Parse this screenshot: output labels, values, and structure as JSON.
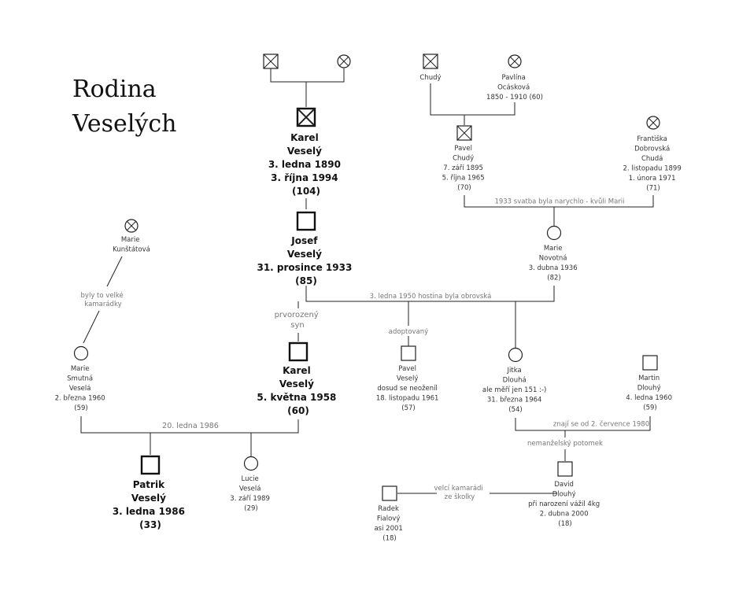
{
  "title": {
    "line1": "Rodina",
    "line2": "Veselých"
  },
  "people": {
    "gf_pat_m": {
      "lines": []
    },
    "gf_pat_f": {
      "lines": []
    },
    "chudy": {
      "lines": [
        "Chudý"
      ]
    },
    "pavlina": {
      "lines": [
        "Pavlína",
        "Ocásková",
        "1850 - 1910 (60)"
      ]
    },
    "karel1": {
      "lines": [
        "Karel",
        "Veselý",
        "3. ledna 1890",
        "3. října 1994",
        "(104)"
      ]
    },
    "pavel_chudy": {
      "lines": [
        "Pavel",
        "Chudý",
        "7. září 1895",
        "5. října 1965",
        "(70)"
      ]
    },
    "frantiska": {
      "lines": [
        "Františka",
        "Dobrovská",
        "Chudá",
        "2. listopadu 1899",
        "1. února 1971",
        "(71)"
      ]
    },
    "josef": {
      "lines": [
        "Josef",
        "Veselý",
        "31. prosince 1933",
        "(85)"
      ]
    },
    "marie_novotna": {
      "lines": [
        "Marie",
        "Novotná",
        "3. dubna 1936",
        "(82)"
      ]
    },
    "marie_kunstatova": {
      "lines": [
        "Marie",
        "Kunštátová"
      ]
    },
    "marie_smutna": {
      "lines": [
        "Marie",
        "Smutná",
        "Veselá",
        "2. března 1960",
        "(59)"
      ]
    },
    "karel2": {
      "lines": [
        "Karel",
        "Veselý",
        "5. května 1958",
        "(60)"
      ]
    },
    "pavel_vesely": {
      "lines": [
        "Pavel",
        "Veselý",
        "dosud se neoženil",
        "18. listopadu 1961",
        "(57)"
      ]
    },
    "jitka": {
      "lines": [
        "Jitka",
        "Dlouhá",
        "ale měří jen 151 :-)",
        "31. března 1964",
        "(54)"
      ]
    },
    "martin": {
      "lines": [
        "Martin",
        "Dlouhý",
        "4. ledna 1960",
        "(59)"
      ]
    },
    "patrik": {
      "lines": [
        "Patrik",
        "Veselý",
        "3. ledna 1986",
        "(33)"
      ]
    },
    "lucie": {
      "lines": [
        "Lucie",
        "Veselá",
        "3. září 1989",
        "(29)"
      ]
    },
    "david": {
      "lines": [
        "David",
        "Dlouhý",
        "při narození vážil 4kg",
        "2. dubna 2000",
        "(18)"
      ]
    },
    "radek": {
      "lines": [
        "Radek",
        "Fialový",
        "asi 2001",
        "(18)"
      ]
    }
  },
  "notes": {
    "marriage_1933": "1933 svatba byla narychlo - kvůli Marii",
    "marriage_1950": "3. ledna 1950 hostina byla obrovská",
    "firstborn": [
      "prvorozený",
      "syn"
    ],
    "adopted": "adoptovaný",
    "friends_mothers": [
      "byly to velké",
      "kamarádky"
    ],
    "marriage_1986": "20. ledna 1986",
    "know_since": "znají se od 2. července 1980",
    "illegitimate": "nemanželský potomek",
    "school_friends": [
      "velcí kamarádi",
      "ze školky"
    ]
  }
}
